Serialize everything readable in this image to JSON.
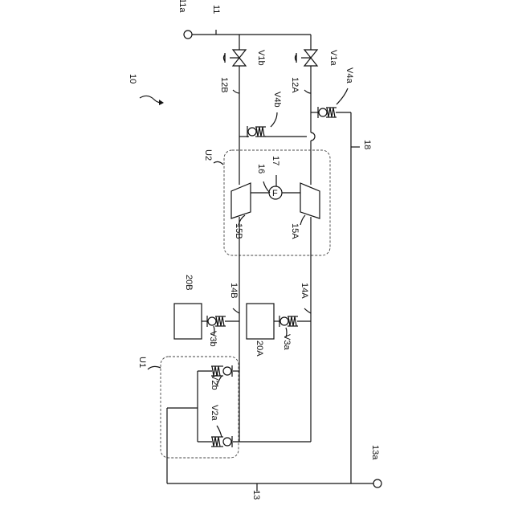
{
  "labels": {
    "system": "10",
    "port_11a": "11a",
    "pipe_11": "11",
    "valve_V1b": "V1b",
    "valve_V1a": "V1a",
    "pipe_12B": "12B",
    "pipe_12A": "12A",
    "valve_V4b": "V4b",
    "valve_V4a": "V4a",
    "pipe_18": "18",
    "unit_U2": "U2",
    "shaft_16": "16",
    "motor_17": "17",
    "motor_symbol": "F",
    "comp_15B": "15B",
    "comp_15A": "15A",
    "device_20B": "20B",
    "pipe_14B": "14B",
    "pipe_14A": "14A",
    "valve_V3b": "V3b",
    "device_20A": "20A",
    "valve_V3a": "V3a",
    "unit_U1": "U1",
    "valve_V2b": "V2b",
    "valve_V2a": "V2a",
    "port_13a": "13a",
    "pipe_13": "13"
  }
}
